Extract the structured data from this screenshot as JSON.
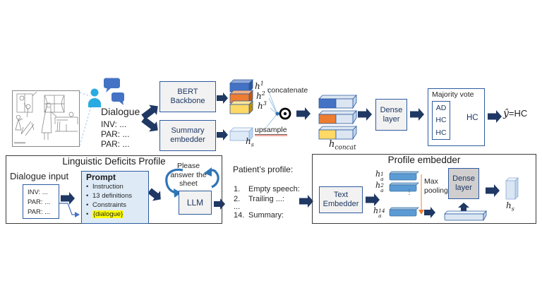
{
  "colors": {
    "arrow_navy": "#1f3864",
    "box_border_blue": "#2e5b9f",
    "box_fill_gray": "#f2f2f2",
    "dense_fill_gray": "#d0cece",
    "prompt_fill_blue": "#deebf7",
    "cube_blue": "#4472c4",
    "cube_orange": "#ed7d31",
    "cube_yellow": "#ffd966",
    "cube_light_blue": "#dce6f2",
    "bar_blue": "#5b9bd5",
    "person_blue": "#29abe2",
    "loop_arrow_blue": "#2e75b6",
    "max_pool_orange": "#ed7d31",
    "highlight_yellow": "#ffff00",
    "upsample_underline_red": "#f5a9a2"
  },
  "top_flow": {
    "dialogue_label": "Dialogue",
    "dialogue_lines": [
      "INV: ...",
      "PAR: ...",
      "PAR: ..."
    ],
    "bert_box": "BERT\nBackbone",
    "summary_box": "Summary\nembedder",
    "concatenate_label": "concatenate",
    "upsample_label": "upsample",
    "dense_box": "Dense\nlayer",
    "majority": {
      "title": "Majority vote",
      "votes": [
        "AD",
        "HC",
        "HC"
      ],
      "result": "HC"
    },
    "prediction": {
      "yhat": "ŷ",
      "rest": "=HC"
    }
  },
  "math": {
    "h": "h",
    "sup1": "1",
    "sup2": "2",
    "sup3": "3",
    "sup14": "14",
    "sub_s": "s",
    "sub_a": "a",
    "sub_concat": "concat",
    "vdots": "⋮"
  },
  "deficits_profile": {
    "title": "Linguistic Deficits Profile",
    "dialogue_input_label": "Dialogue input",
    "input_lines": [
      "INV: ...",
      "PAR: ...",
      "PAR: ..."
    ],
    "prompt_title": "Prompt",
    "prompt_bullets": [
      "Instruction",
      "13 definitions",
      "Constraints",
      "{dialogue}"
    ],
    "loop_text": "Please answer the sheet",
    "llm_label": "LLM"
  },
  "patients_profile": {
    "title": "Patient’s profile:",
    "items": [
      {
        "num": "1.",
        "text": "Empty speech:"
      },
      {
        "num": "2.",
        "text": "Trailing ...:"
      },
      {
        "num": "...",
        "text": ""
      },
      {
        "num": "14.",
        "text": "Summary:"
      }
    ]
  },
  "profile_embedder": {
    "title": "Profile embedder",
    "text_embedder_box": "Text\nEmbedder",
    "max_pooling_label": "Max\npooling",
    "dense_box": "Dense\nlayer"
  }
}
